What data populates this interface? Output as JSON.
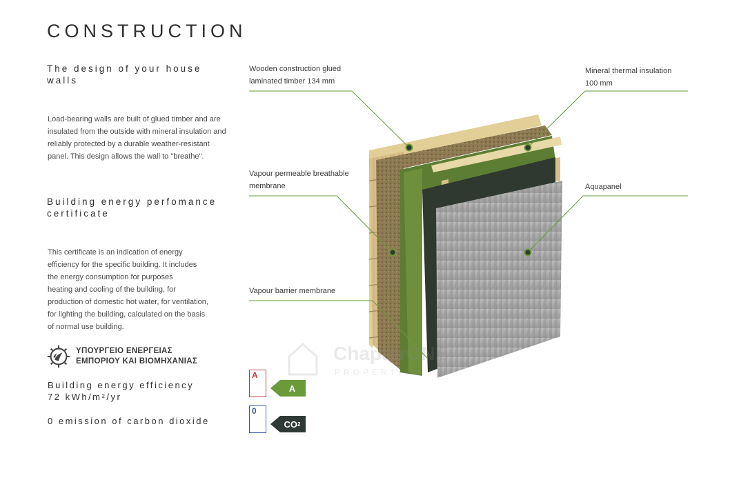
{
  "page": {
    "title": "CONSTRUCTION"
  },
  "left": {
    "walls_heading": [
      "The design of your house",
      "walls"
    ],
    "walls_text": "Load-bearing walls are built of glued timber and are insulated from the outside with mineral insulation and reliably protected by a durable weather-resistant panel. This design allows the wall to \"breathe\".",
    "cert_heading": [
      "Building energy perfomance",
      "certificate"
    ],
    "cert_text": [
      "This certificate is an indication of energy",
      "efficiency for the specific building. It includes",
      "the energy consumption for purposes",
      "heating and cooling of the building, for",
      "production of domestic hot water, for ventilation,",
      "for lighting the building, calculated on the basis",
      "of normal use building."
    ],
    "ministry": [
      "ΥΠΟΥΡΓΕΙΟ ΕΝΕΡΓΕΙΑΣ",
      "ΕΜΠΟΡΙΟΥ ΚΑΙ ΒΙΟΜΗΧΑΝΙΑΣ"
    ],
    "efficiency": [
      "Building energy efficiency",
      "72 kWh/m²/yr"
    ],
    "emission": "0 emission of carbon dioxide"
  },
  "labels": {
    "timber": [
      "Wooden construction glued",
      "laminated timber 134 mm"
    ],
    "mineral": [
      "Mineral thermal insulation",
      "100 mm"
    ],
    "vapour_perm": [
      "Vapour permeable breathable",
      "membrane"
    ],
    "aquapanel": "Aquapanel",
    "vapour_barrier": "Vapour barrier membrane"
  },
  "badges": {
    "energy_class": {
      "box": "A",
      "arrow": "A",
      "color": "#6a9a3a",
      "box_color": "#c0393b"
    },
    "co2": {
      "box": "0",
      "arrow": "CO",
      "sub": "2",
      "color": "#2f3a36",
      "box_color": "#3b5aa0"
    }
  },
  "watermark": {
    "name": "ChapterONE",
    "sub": "PROPERTIES"
  },
  "colors": {
    "accent_green": "#6a9a3a"
  }
}
